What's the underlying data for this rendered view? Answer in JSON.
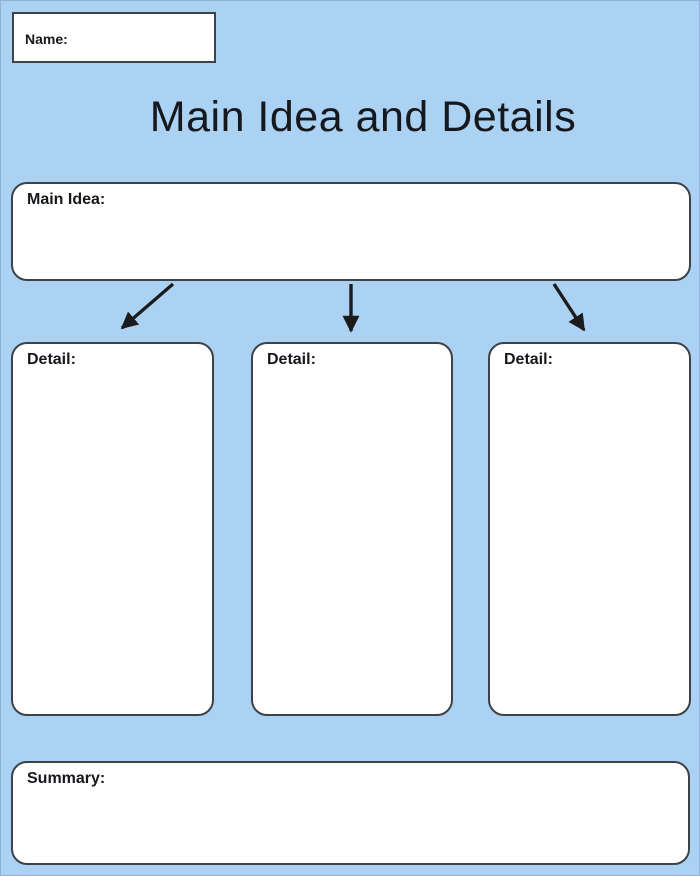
{
  "page": {
    "title": "Main Idea and Details",
    "colors": {
      "background": "#ACD2F3",
      "page_border": "#8FB3D6",
      "box_fill": "#FFFFFF",
      "box_border": "#3C4247",
      "arrow": "#1B1B1B",
      "text": "#15181C"
    }
  },
  "name_box": {
    "label": "Name:",
    "value": ""
  },
  "main_idea_box": {
    "label": "Main Idea:",
    "value": ""
  },
  "detail_boxes": [
    {
      "label": "Detail:",
      "value": ""
    },
    {
      "label": "Detail:",
      "value": ""
    },
    {
      "label": "Detail:",
      "value": ""
    }
  ],
  "summary_box": {
    "label": "Summary:",
    "value": ""
  }
}
